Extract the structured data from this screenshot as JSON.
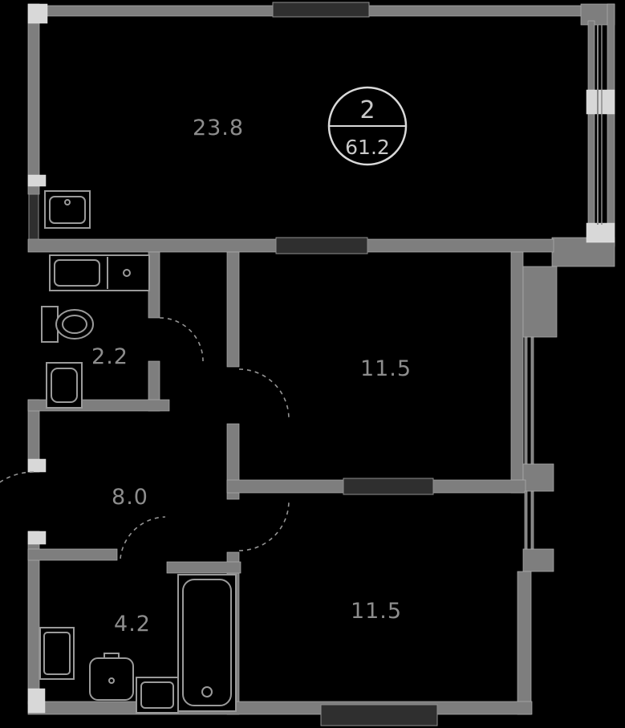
{
  "plan": {
    "type": "apartment-floor-plan",
    "badge": {
      "rooms_count": "2",
      "total_area": "61.2"
    },
    "rooms": [
      {
        "id": "living-room",
        "label": "23.8"
      },
      {
        "id": "room-middle-right",
        "label": "11.5"
      },
      {
        "id": "bathroom-small",
        "label": "2.2"
      },
      {
        "id": "hallway",
        "label": "8.0"
      },
      {
        "id": "room-bottom-right",
        "label": "11.5"
      },
      {
        "id": "bathroom-large",
        "label": "4.2"
      }
    ]
  },
  "colors": {
    "background": "#000000",
    "wall": "#7e7e7e",
    "wall_light": "#d8d8d8",
    "opening_dark": "#2f2f2f",
    "fixture_stroke": "#9a9a9a",
    "label_text": "#8d8d8d",
    "badge_stroke": "#d9d9d9",
    "badge_text": "#c9c9c9",
    "window_accent": "#8a8a45"
  }
}
